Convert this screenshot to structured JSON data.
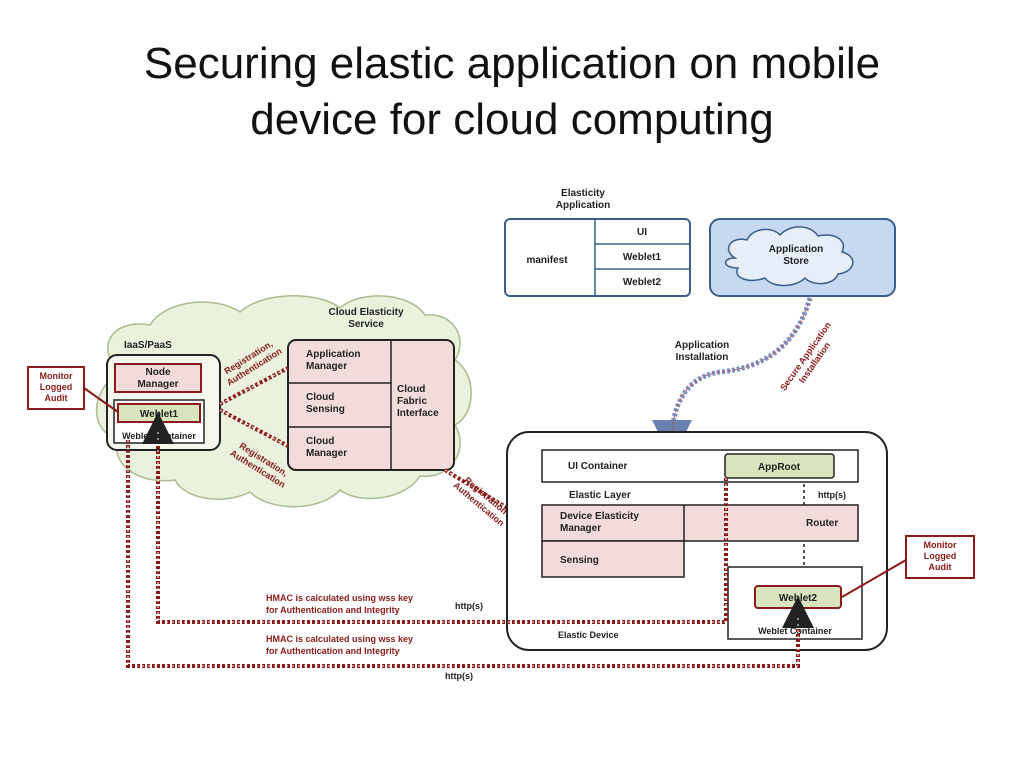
{
  "slide": {
    "title_line1": "Securing elastic application on mobile",
    "title_line2": "device for cloud computing"
  },
  "colors": {
    "red": "#8b1a1a",
    "pink": "#f2dcdb",
    "green": "#d7e4bd",
    "cloud": "#eaf1dd",
    "blue": "#c6d9f1"
  },
  "elasticity_app": {
    "label_line1": "Elasticity",
    "label_line2": "Application",
    "manifest": "manifest",
    "rows": [
      "UI",
      "Weblet1",
      "Weblet2"
    ]
  },
  "app_store": {
    "line1": "Application",
    "line2": "Store"
  },
  "app_install": {
    "line1": "Application",
    "line2": "Installation"
  },
  "secure_install": {
    "line1": "Secure Application",
    "line2": "Installation"
  },
  "cloud_service": {
    "label_line1": "Cloud Elasticity",
    "label_line2": "Service",
    "app_manager_1": "Application",
    "app_manager_2": "Manager",
    "sensing_1": "Cloud",
    "sensing_2": "Sensing",
    "manager_1": "Cloud",
    "manager_2": "Manager",
    "fabric_1": "Cloud",
    "fabric_2": "Fabric",
    "fabric_3": "Interface"
  },
  "iaas": {
    "label": "IaaS/PaaS",
    "node_1": "Node",
    "node_2": "Manager",
    "weblet": "Weblet1",
    "container": "Weblet Container"
  },
  "monitor_left": {
    "l1": "Monitor",
    "l2": "Logged",
    "l3": "Audit"
  },
  "monitor_right": {
    "l1": "Monitor",
    "l2": "Logged",
    "l3": "Audit"
  },
  "reg_auth": {
    "l1": "Registration,",
    "l2": "Authentication"
  },
  "reg_auth_2": {
    "l1": "Registration,",
    "l2": "Authentication"
  },
  "reg_auth_3": {
    "l1": "Registration",
    "l2": "Authentication"
  },
  "device": {
    "ui_container": "UI Container",
    "approot": "AppRoot",
    "elastic_layer": "Elastic Layer",
    "https": "http(s)",
    "dem_1": "Device Elasticity",
    "dem_2": "Manager",
    "router": "Router",
    "sensing": "Sensing",
    "weblet2": "Weblet2",
    "container": "Weblet Container",
    "label": "Elastic Device"
  },
  "hmac_upper": {
    "l1": "HMAC is calculated using wss key",
    "l2": "for Authentication and Integrity",
    "https": "http(s)"
  },
  "hmac_lower": {
    "l1": "HMAC is calculated using wss key",
    "l2": "for Authentication and Integrity",
    "https": "http(s)"
  }
}
